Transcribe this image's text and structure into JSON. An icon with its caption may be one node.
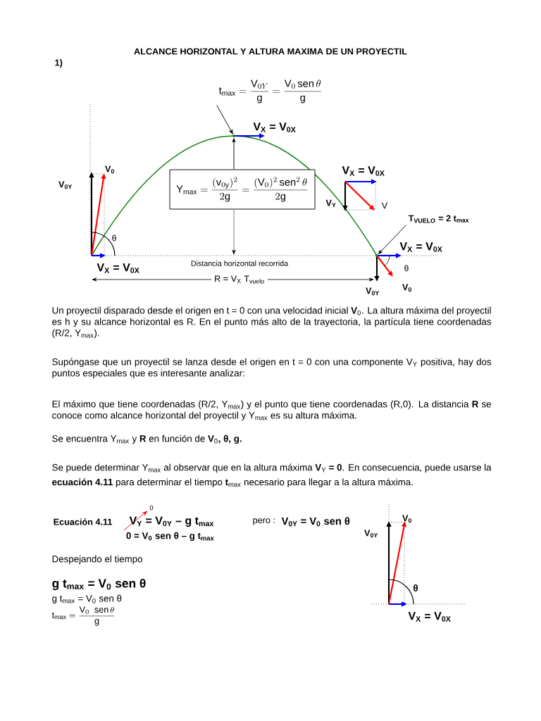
{
  "diagram": {
    "title": "ALCANCE HORIZONTAL Y ALTURA MAXIMA DE UN PROYECTIL",
    "nodes": [
      {
        "text": [
          "\\mathrm{t}_{\\mathrm{max}}=\\frac{\\mathrm{V}_{0Y}}{\\mathrm{g}}=\\frac{\\mathrm{V}_{0}\\,\\mathrm{sen}\\,\\theta}{\\mathrm{g}}"
        ]
      },
      {
        "text": [
          "\\mathrm{Y}_{\\mathrm{max}}=\\frac{(\\mathrm{v}_{0\\mathrm{y}})^{2}}{2\\mathrm{g}}=\\frac{(\\mathrm{V}_{0})^{2}\\,\\mathrm{sen}^{2}\\,\\theta}{2\\mathrm{g}}"
        ]
      },
      {
        "text": [
          "T$_{VUELO}$ = 2 t$_{max}$"
        ]
      },
      {
        "text": [],
        "shape": "point"
      },
      {
        "text": [],
        "shape": "point"
      },
      {
        "text": [
          "0"
        ]
      },
      {
        "text": [
          "0 = V$_{0}$  sen θ – g t$_{max}$"
        ]
      }
    ],
    "edges": [
      {
        "from": 0,
        "to": 3,
        "arrow": "to"
      },
      {
        "from": 2,
        "to": 4,
        "arrow": "to"
      },
      {
        "from": 6,
        "to": 5,
        "arrow": "to",
        "color": "#ff0000"
      },
      {
        "from": 1,
        "to": 3,
        "arrow": "to"
      }
    ],
    "labels": [
      "1)",
      "V$_{X}$ = V$_{0X}$",
      "V$_{0}$",
      "V$_{0Y}$",
      "V$_{X}$ = V$_{0X}$",
      "V$_{Y}$",
      "V",
      "θ",
      "V$_{X}$ = V$_{0X}$",
      "V$_{X}$ = V$_{0X}$",
      "Distancia horizontal recorrida",
      "θ",
      "R = V$_{X}$ T$_{vuelo}$",
      "V$_{0Y}$",
      "V$_{0}$",
      "Un proyectil disparado desde el origen en t = 0 con una velocidad inicial **V**$_{0}$. La altura máxima del proyectil es h y su alcance horizontal es R. En el punto  más alto de la trayectoria, la partícula tiene coordenadas (R/2, Y$_{max}$).",
      "Supóngase que un proyectil se lanza desde el origen en t = 0 con una componente V$_{Y}$ positiva, hay dos puntos especiales que es interesante analizar:",
      "El máximo que tiene coordenadas (R/2, Y$_{max}$) y el punto que tiene coordenadas (R,0). La distancia **R** se conoce como alcance horizontal del proyectil y Y$_{max}$ es su altura máxima.",
      "Se encuentra Y$_{max}$ y **R** en función de **V**$_{0}$**, θ, g.**",
      "Se puede determinar Y$_{max}$ al observar que en la altura máxima  **V**$_{Y}$ **= 0**. En consecuencia, puede usarse la **ecuación 4.11** para determinar el tiempo **t**$_{max}$ necesario para llegar a la altura máxima.",
      "Ecuación 4.11",
      "V$_{Y}$ = V$_{0Y}$ – g t$_{max}$",
      "pero :",
      "V$_{0Y}$ = V$_{0}$  sen θ",
      "V$_{0}$",
      "V$_{0Y}$",
      "Despejando el tiempo",
      "g t$_{max}$ = V$_{0}$  sen θ",
      "θ",
      "g t$_{max}$ = V$_{0}$  sen θ",
      "\\mathrm{t}_{\\mathrm{max}}=\\frac{\\mathrm{V}_{0}\\;\\;\\mathrm{sen}\\,\\theta}{\\mathrm{g}}",
      "V$_{X}$ = V$_{0X}$"
    ]
  }
}
